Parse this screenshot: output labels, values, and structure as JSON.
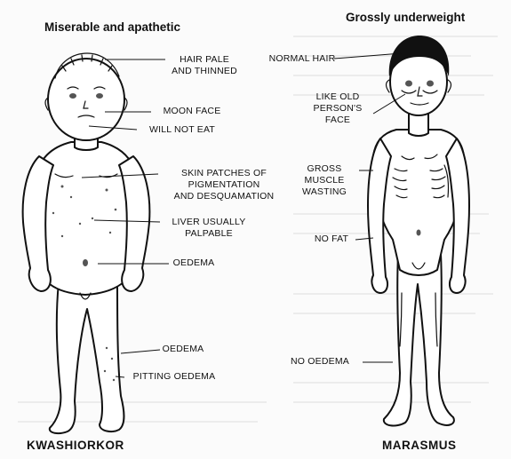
{
  "figures": [
    {
      "caption": "KWASHIORKOR",
      "heading": "Miserable and apathetic",
      "labels": [
        {
          "line1": "HAIR PALE",
          "line2": "AND THINNED"
        },
        {
          "line1": "MOON FACE"
        },
        {
          "line1": "WILL NOT EAT"
        },
        {
          "line1": "SKIN PATCHES OF",
          "line2": "PIGMENTATION",
          "line3": "AND DESQUAMATION"
        },
        {
          "line1": "LIVER USUALLY",
          "line2": "PALPABLE"
        },
        {
          "line1": "OEDEMA"
        },
        {
          "line1": "OEDEMA"
        },
        {
          "line1": "PITTING OEDEMA"
        }
      ]
    },
    {
      "caption": "MARASMUS",
      "heading": "Grossly underweight",
      "labels": [
        {
          "line1": "NORMAL HAIR"
        },
        {
          "line1": "LIKE OLD",
          "line2": "PERSON'S",
          "line3": "FACE"
        },
        {
          "line1": "GROSS",
          "line2": "MUSCLE",
          "line3": "WASTING"
        },
        {
          "line1": "NO FAT"
        },
        {
          "line1": "NO OEDEMA"
        }
      ]
    }
  ]
}
